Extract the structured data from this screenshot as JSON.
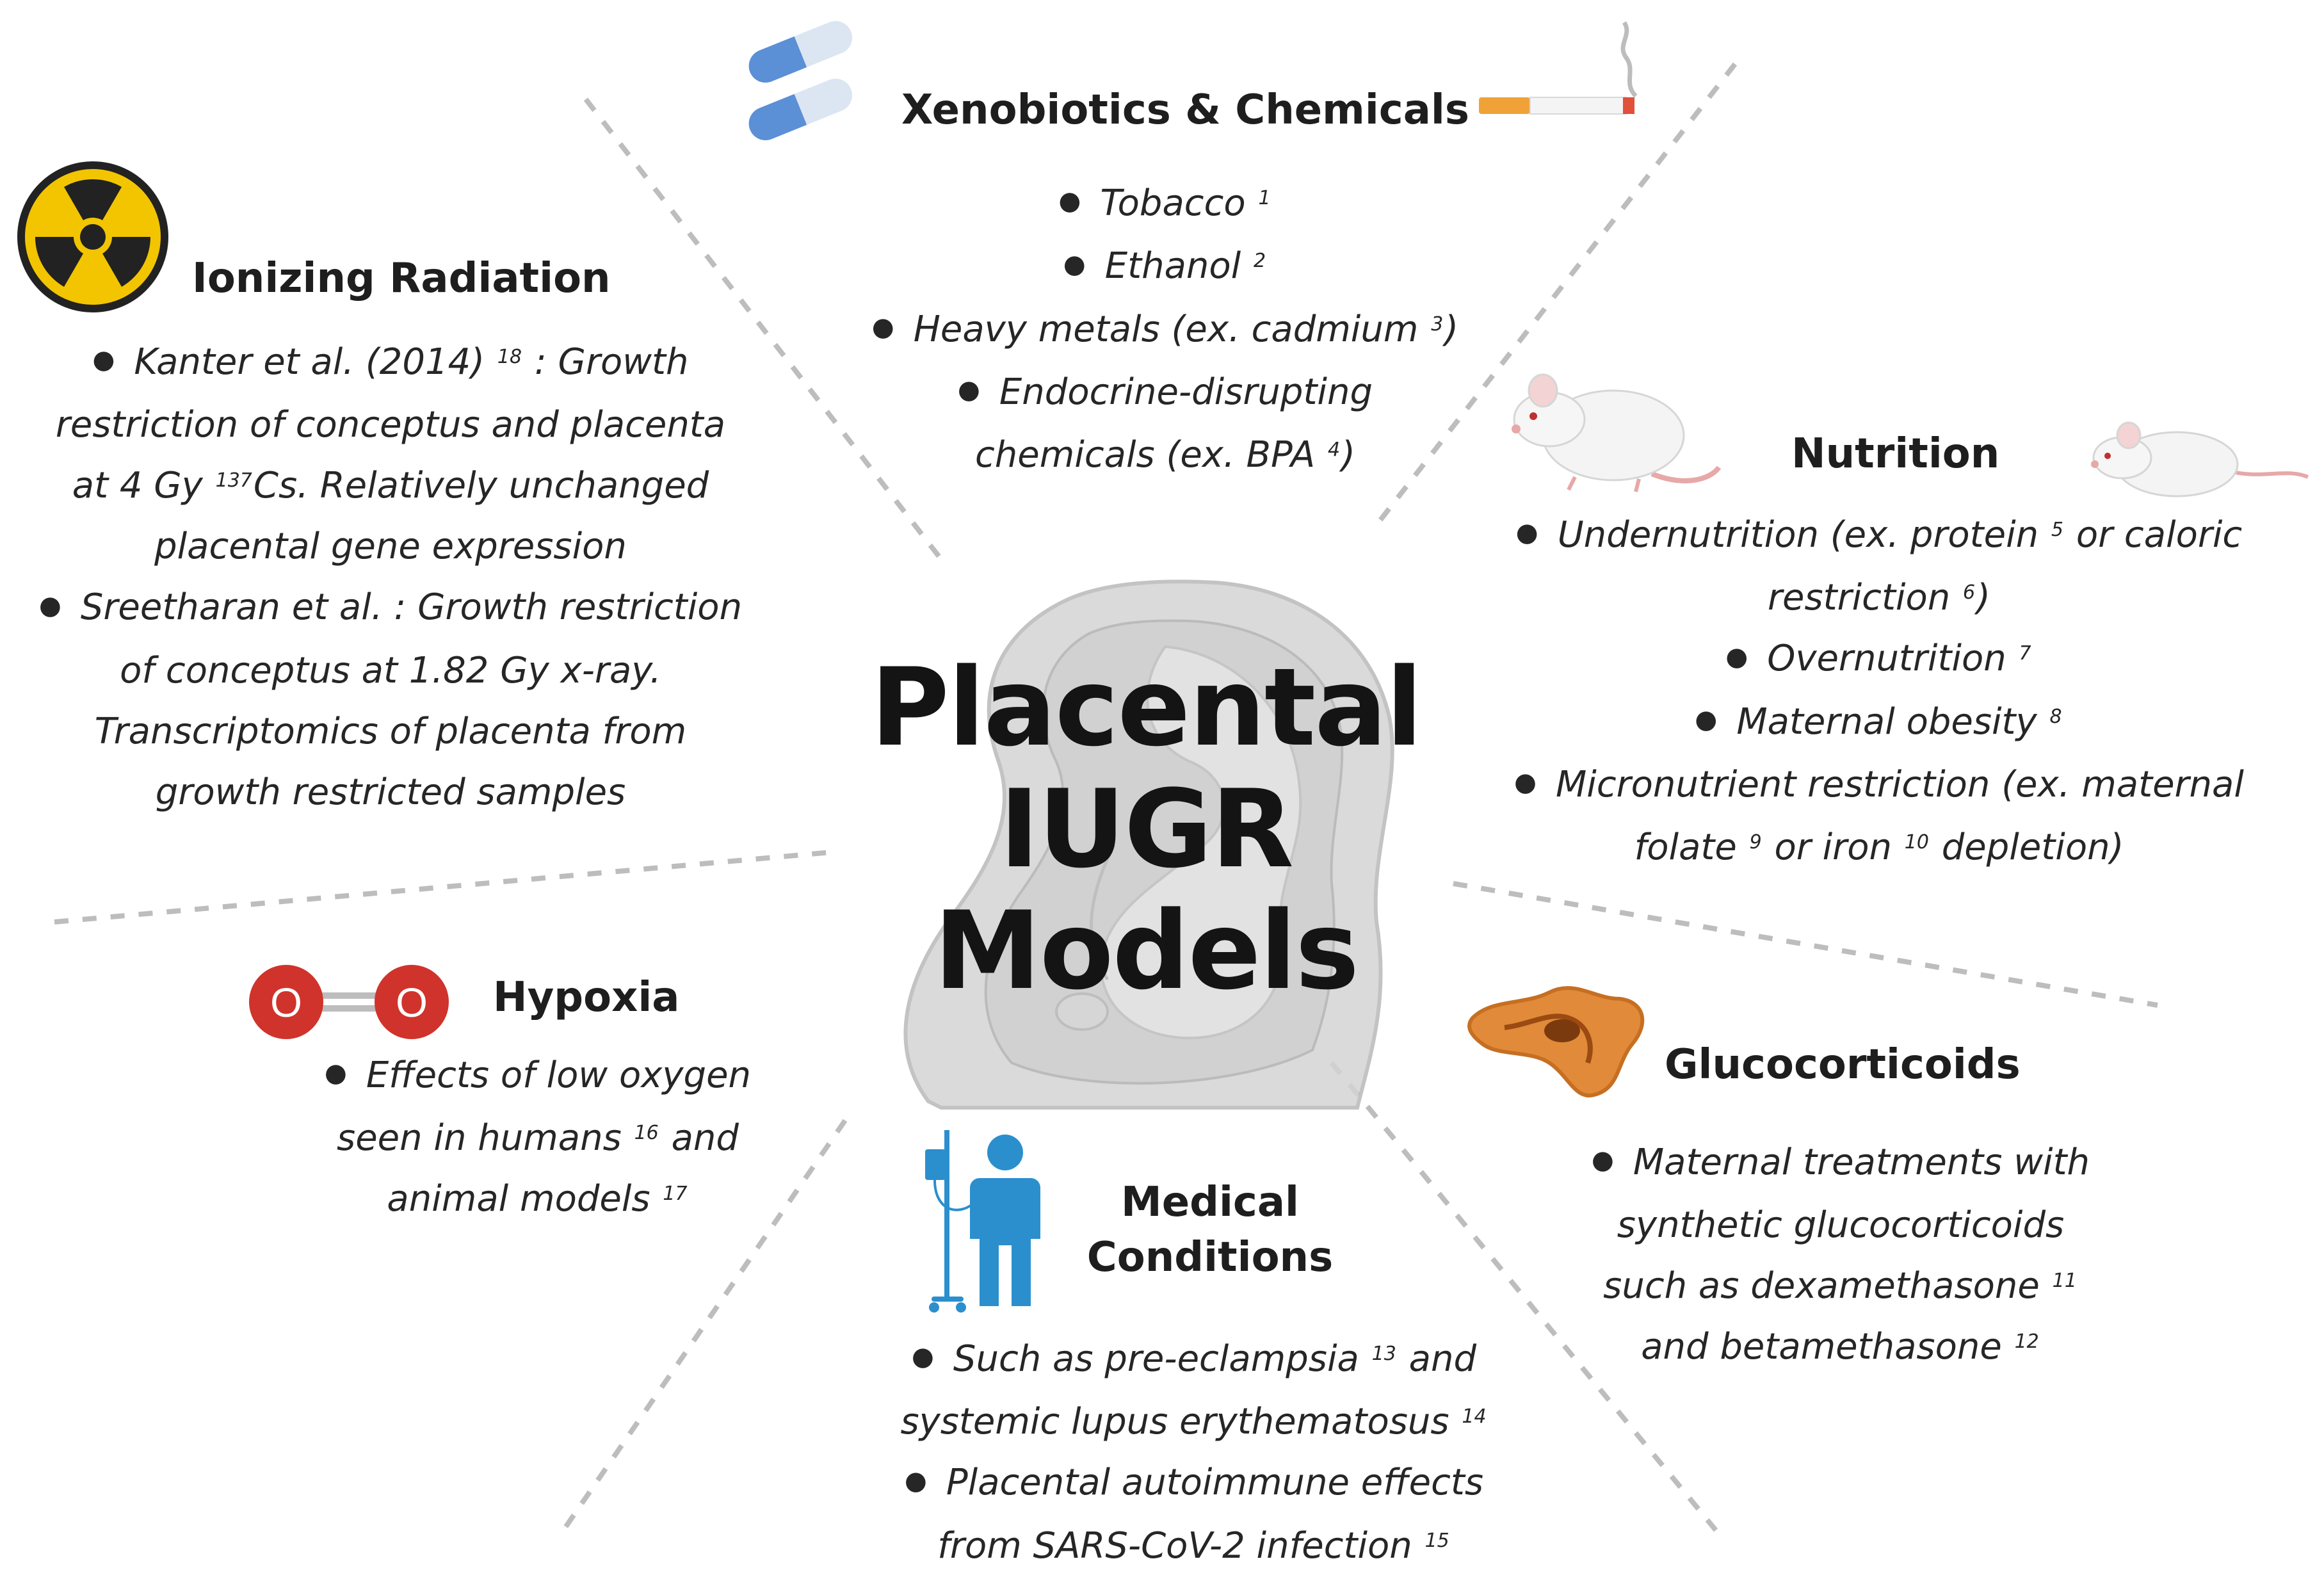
{
  "center": {
    "lines": [
      "Placental",
      "IUGR",
      "Models"
    ]
  },
  "sections": {
    "xenobiotics": {
      "heading": "Xenobiotics & Chemicals",
      "items": [
        [
          {
            "t": "Tobacco "
          },
          {
            "sup": "1"
          }
        ],
        [
          {
            "t": "Ethanol "
          },
          {
            "sup": "2"
          }
        ],
        [
          {
            "t": "Heavy metals (ex. cadmium "
          },
          {
            "sup": "3"
          },
          {
            "t": ")"
          }
        ],
        [
          {
            "t": "Endocrine-disrupting"
          },
          {
            "br": true
          },
          {
            "t": "chemicals (ex. BPA "
          },
          {
            "sup": "4"
          },
          {
            "t": ")"
          }
        ]
      ]
    },
    "radiation": {
      "heading": "Ionizing Radiation",
      "items": [
        [
          {
            "t": "Kanter et al. (2014) "
          },
          {
            "sup": "18"
          },
          {
            "t": " : Growth"
          },
          {
            "br": true
          },
          {
            "t": "restriction of conceptus and placenta"
          },
          {
            "br": true
          },
          {
            "t": "at 4 Gy "
          },
          {
            "sup": "137"
          },
          {
            "t": "Cs.  Relatively unchanged"
          },
          {
            "br": true
          },
          {
            "t": "placental gene expression"
          }
        ],
        [
          {
            "t": "Sreetharan et al. : Growth restriction"
          },
          {
            "br": true
          },
          {
            "t": "of conceptus at 1.82 Gy x-ray."
          },
          {
            "br": true
          },
          {
            "t": "Transcriptomics of placenta from"
          },
          {
            "br": true
          },
          {
            "t": "growth restricted samples"
          }
        ]
      ]
    },
    "nutrition": {
      "heading": "Nutrition",
      "items": [
        [
          {
            "t": "Undernutrition (ex. protein "
          },
          {
            "sup": "5"
          },
          {
            "t": " or caloric"
          },
          {
            "br": true
          },
          {
            "t": "restriction "
          },
          {
            "sup": "6"
          },
          {
            "t": ")"
          }
        ],
        [
          {
            "t": "Overnutrition "
          },
          {
            "sup": "7"
          }
        ],
        [
          {
            "t": "Maternal obesity "
          },
          {
            "sup": "8"
          }
        ],
        [
          {
            "t": "Micronutrient restriction (ex. maternal"
          },
          {
            "br": true
          },
          {
            "t": "folate "
          },
          {
            "sup": "9"
          },
          {
            "t": " or iron "
          },
          {
            "sup": "10"
          },
          {
            "t": " depletion)"
          }
        ]
      ]
    },
    "hypoxia": {
      "heading": "Hypoxia",
      "items": [
        [
          {
            "t": "Effects of low oxygen"
          },
          {
            "br": true
          },
          {
            "t": "seen in humans "
          },
          {
            "sup": "16"
          },
          {
            "t": " and"
          },
          {
            "br": true
          },
          {
            "t": "animal models "
          },
          {
            "sup": "17"
          }
        ]
      ],
      "molecule_labels": [
        "O",
        "O"
      ]
    },
    "glucocorticoids": {
      "heading": "Glucocorticoids",
      "items": [
        [
          {
            "t": "Maternal treatments with"
          },
          {
            "br": true
          },
          {
            "t": "synthetic glucocorticoids"
          },
          {
            "br": true
          },
          {
            "t": "such as dexamethasone "
          },
          {
            "sup": "11"
          },
          {
            "br": true
          },
          {
            "t": "and betamethasone "
          },
          {
            "sup": "12"
          }
        ]
      ]
    },
    "medical": {
      "heading_lines": [
        "Medical",
        "Conditions"
      ],
      "items": [
        [
          {
            "t": "Such as pre-eclampsia "
          },
          {
            "sup": "13"
          },
          {
            "t": " and"
          },
          {
            "br": true
          },
          {
            "t": "systemic lupus erythematosus "
          },
          {
            "sup": "14"
          }
        ],
        [
          {
            "t": "Placental autoimmune effects"
          },
          {
            "br": true
          },
          {
            "t": "from SARS-CoV-2 infection "
          },
          {
            "sup": "15"
          }
        ]
      ]
    }
  },
  "icons": [
    "pills-icon",
    "cigarette-icon",
    "radiation-icon",
    "rat-icon",
    "mouse-icon",
    "oxygen-molecule-icon",
    "adrenal-gland-icon",
    "patient-iv-icon",
    "placenta-illustration"
  ],
  "colors": {
    "divider": "#bdbdbd",
    "pill_blue": "#5b8fd6",
    "radiation_yellow": "#f2c500",
    "oxygen_red": "#d0332b",
    "adrenal_orange": "#e08a3a",
    "patient_blue": "#2b8fce",
    "placenta_gray": "#d2d2d2"
  }
}
